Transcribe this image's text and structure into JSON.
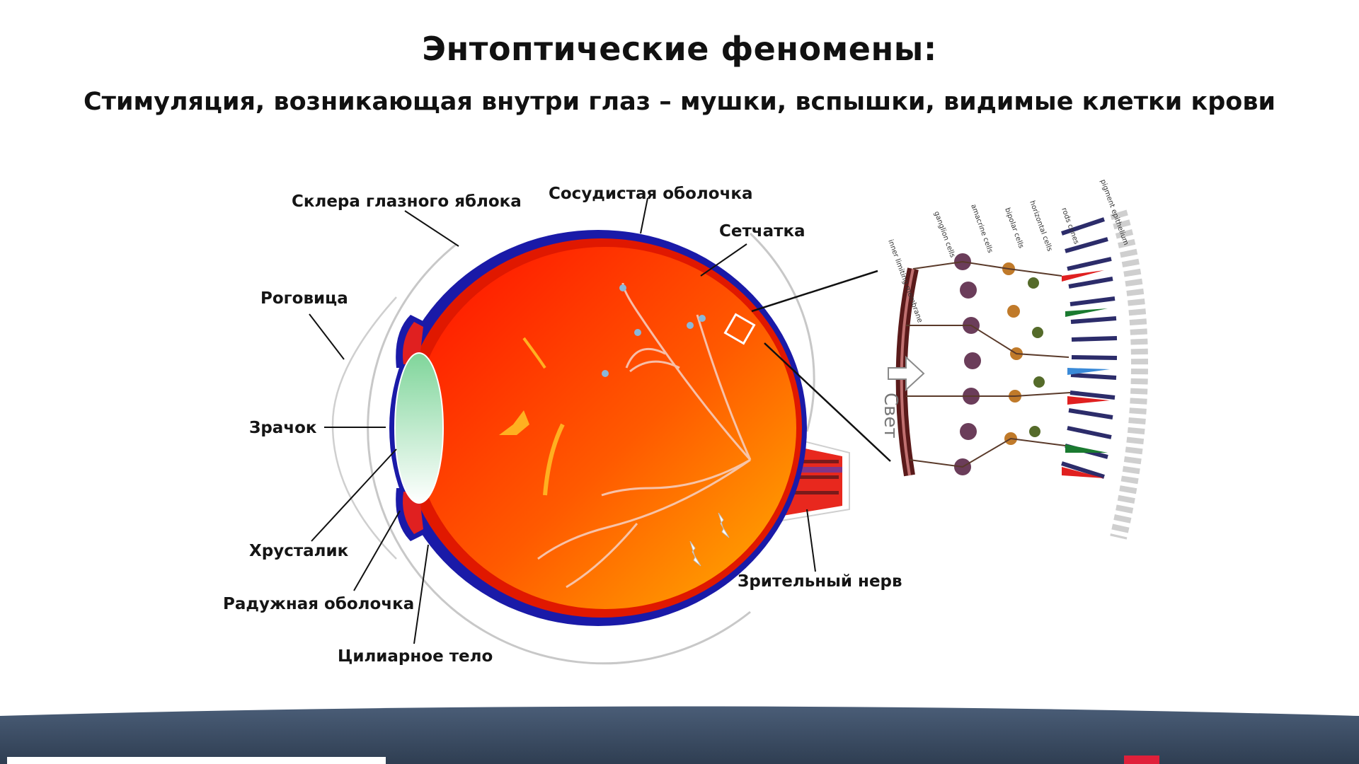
{
  "slide": {
    "title": "Энтоптические феномены:",
    "subtitle": "Стимуляция, возникающая внутри глаз – мушки, вспышки, видимые клетки крови"
  },
  "eye_labels": {
    "sclera": "Склера глазного яблока",
    "choroid": "Сосудистая оболочка",
    "retina": "Сетчатка",
    "cornea": "Роговица",
    "pupil": "Зрачок",
    "lens": "Хрусталик",
    "iris": "Радужная оболочка",
    "ciliary_body": "Цилиарное тело",
    "optic_nerve": "Зрительный нерв"
  },
  "retina_inset": {
    "light_label": "Свет",
    "cell_labels": [
      "inner limiting membrane",
      "ganglion cells",
      "amacrine cells",
      "bipolar cells",
      "horizontal cells",
      "rods cones",
      "pigment epithelium"
    ]
  },
  "colors": {
    "eye_red": "#ff2a00",
    "eye_orange": "#ff8a00",
    "choroid_blue": "#1a1aa8",
    "lens_green": "#8fd9a4",
    "footer_band": "#3d4f66"
  }
}
